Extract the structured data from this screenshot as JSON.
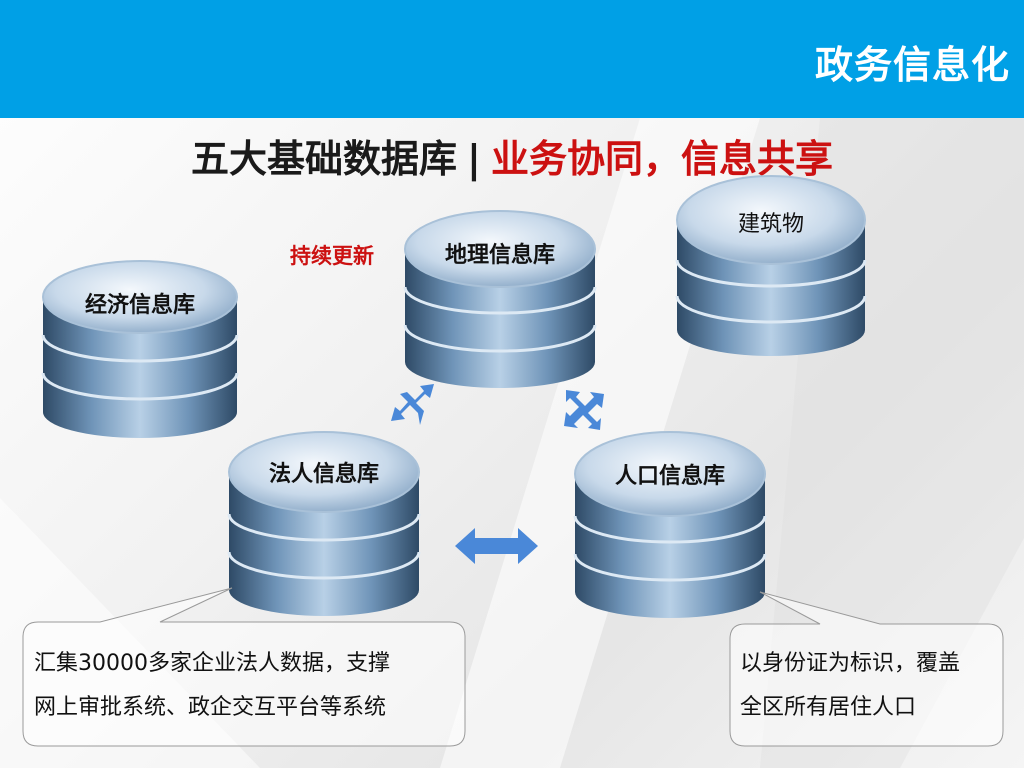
{
  "header": {
    "title": "政务信息化"
  },
  "subtitle": {
    "part1": "五大基础数据库",
    "separator": "|",
    "part2": "业务协同，信息共享"
  },
  "databases": {
    "economic": "经济信息库",
    "geo": "地理信息库",
    "building": "建筑物",
    "legal": "法人信息库",
    "population": "人口信息库"
  },
  "tag": "持续更新",
  "callouts": {
    "legal": [
      "汇集30000多家企业法人数据，支撑",
      "网上审批系统、政企交互平台等系统"
    ],
    "population": [
      "以身份证为标识，覆盖",
      "全区所有居住人口"
    ]
  },
  "colors": {
    "header": "#00a0e6",
    "accent_red": "#cc1111",
    "arrow": "#4a88d8"
  }
}
